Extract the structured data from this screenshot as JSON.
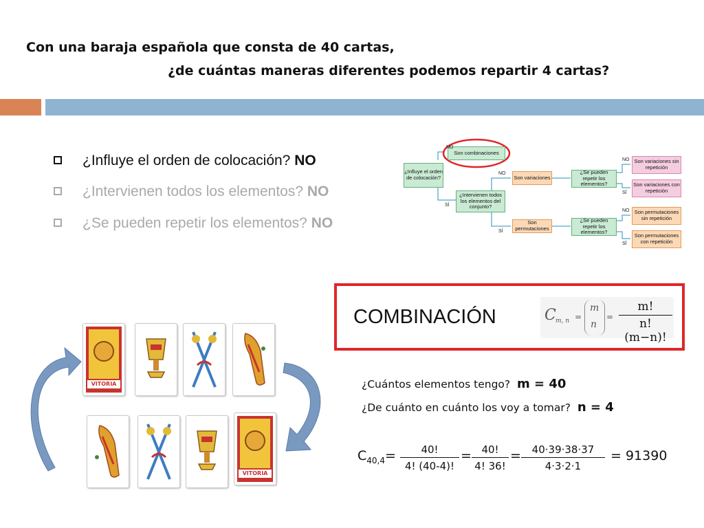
{
  "title": {
    "line1": "Con una baraja española que consta de 40 cartas,",
    "line2": "¿de cuántas maneras diferentes podemos repartir 4 cartas?"
  },
  "questions": [
    {
      "text": "¿Influye el orden de colocación? ",
      "answer": "NO",
      "state": "active"
    },
    {
      "text": "¿Intervienen todos los elementos? ",
      "answer": "NO",
      "state": "dimmed"
    },
    {
      "text": "¿Se pueden repetir los elementos? ",
      "answer": "NO",
      "state": "dimmed"
    }
  ],
  "flowchart": {
    "root": "¿Influye el orden de colocación?",
    "combinaciones": "Son combinaciones",
    "intervienen": "¿Intervienen todos los elementos del conjunto?",
    "variaciones": "Son variaciones",
    "permutaciones": "Son permutaciones",
    "repetir1": "¿Se pueden repetir los elementos?",
    "repetir2": "¿Se pueden repetir los elementos?",
    "var_sin": "Son variaciones sin repetición",
    "var_con": "Son variaciones con repetición",
    "perm_sin": "Son permutaciones sin repetición",
    "perm_con": "Son permutaciones con repetición",
    "no": "NO",
    "si": "SÍ",
    "highlight_color": "#e0262a"
  },
  "combination": {
    "label": "COMBINACIÓN",
    "formula_symbol": "C",
    "formula_subscript": "m, n",
    "binom_top": "m",
    "binom_bottom": "n",
    "eq": "=",
    "rhs_num": "m!",
    "rhs_den": "n!(m−n)!",
    "border_color": "#e0262a"
  },
  "given": {
    "q1": "¿Cuántos elementos tengo?",
    "a1": "m = 40",
    "q2": "¿De cuánto en cuánto los voy a tomar?",
    "a2": "n = 4"
  },
  "calc": {
    "lhs": "C",
    "lhs_sub": "40,4",
    "eq": "=",
    "f1_num": "40!",
    "f1_den": "4! (40-4)!",
    "f2_num": "40!",
    "f2_den": "4! 36!",
    "f3_num": "40·39·38·37",
    "f3_den": "4·3·2·1",
    "result": "= 91390"
  },
  "cards": {
    "label": "VITORIA",
    "accent_colors": [
      "#d98455",
      "#8eb4d2",
      "#c9ead3",
      "#fbd9b7",
      "#f5cde0"
    ]
  }
}
